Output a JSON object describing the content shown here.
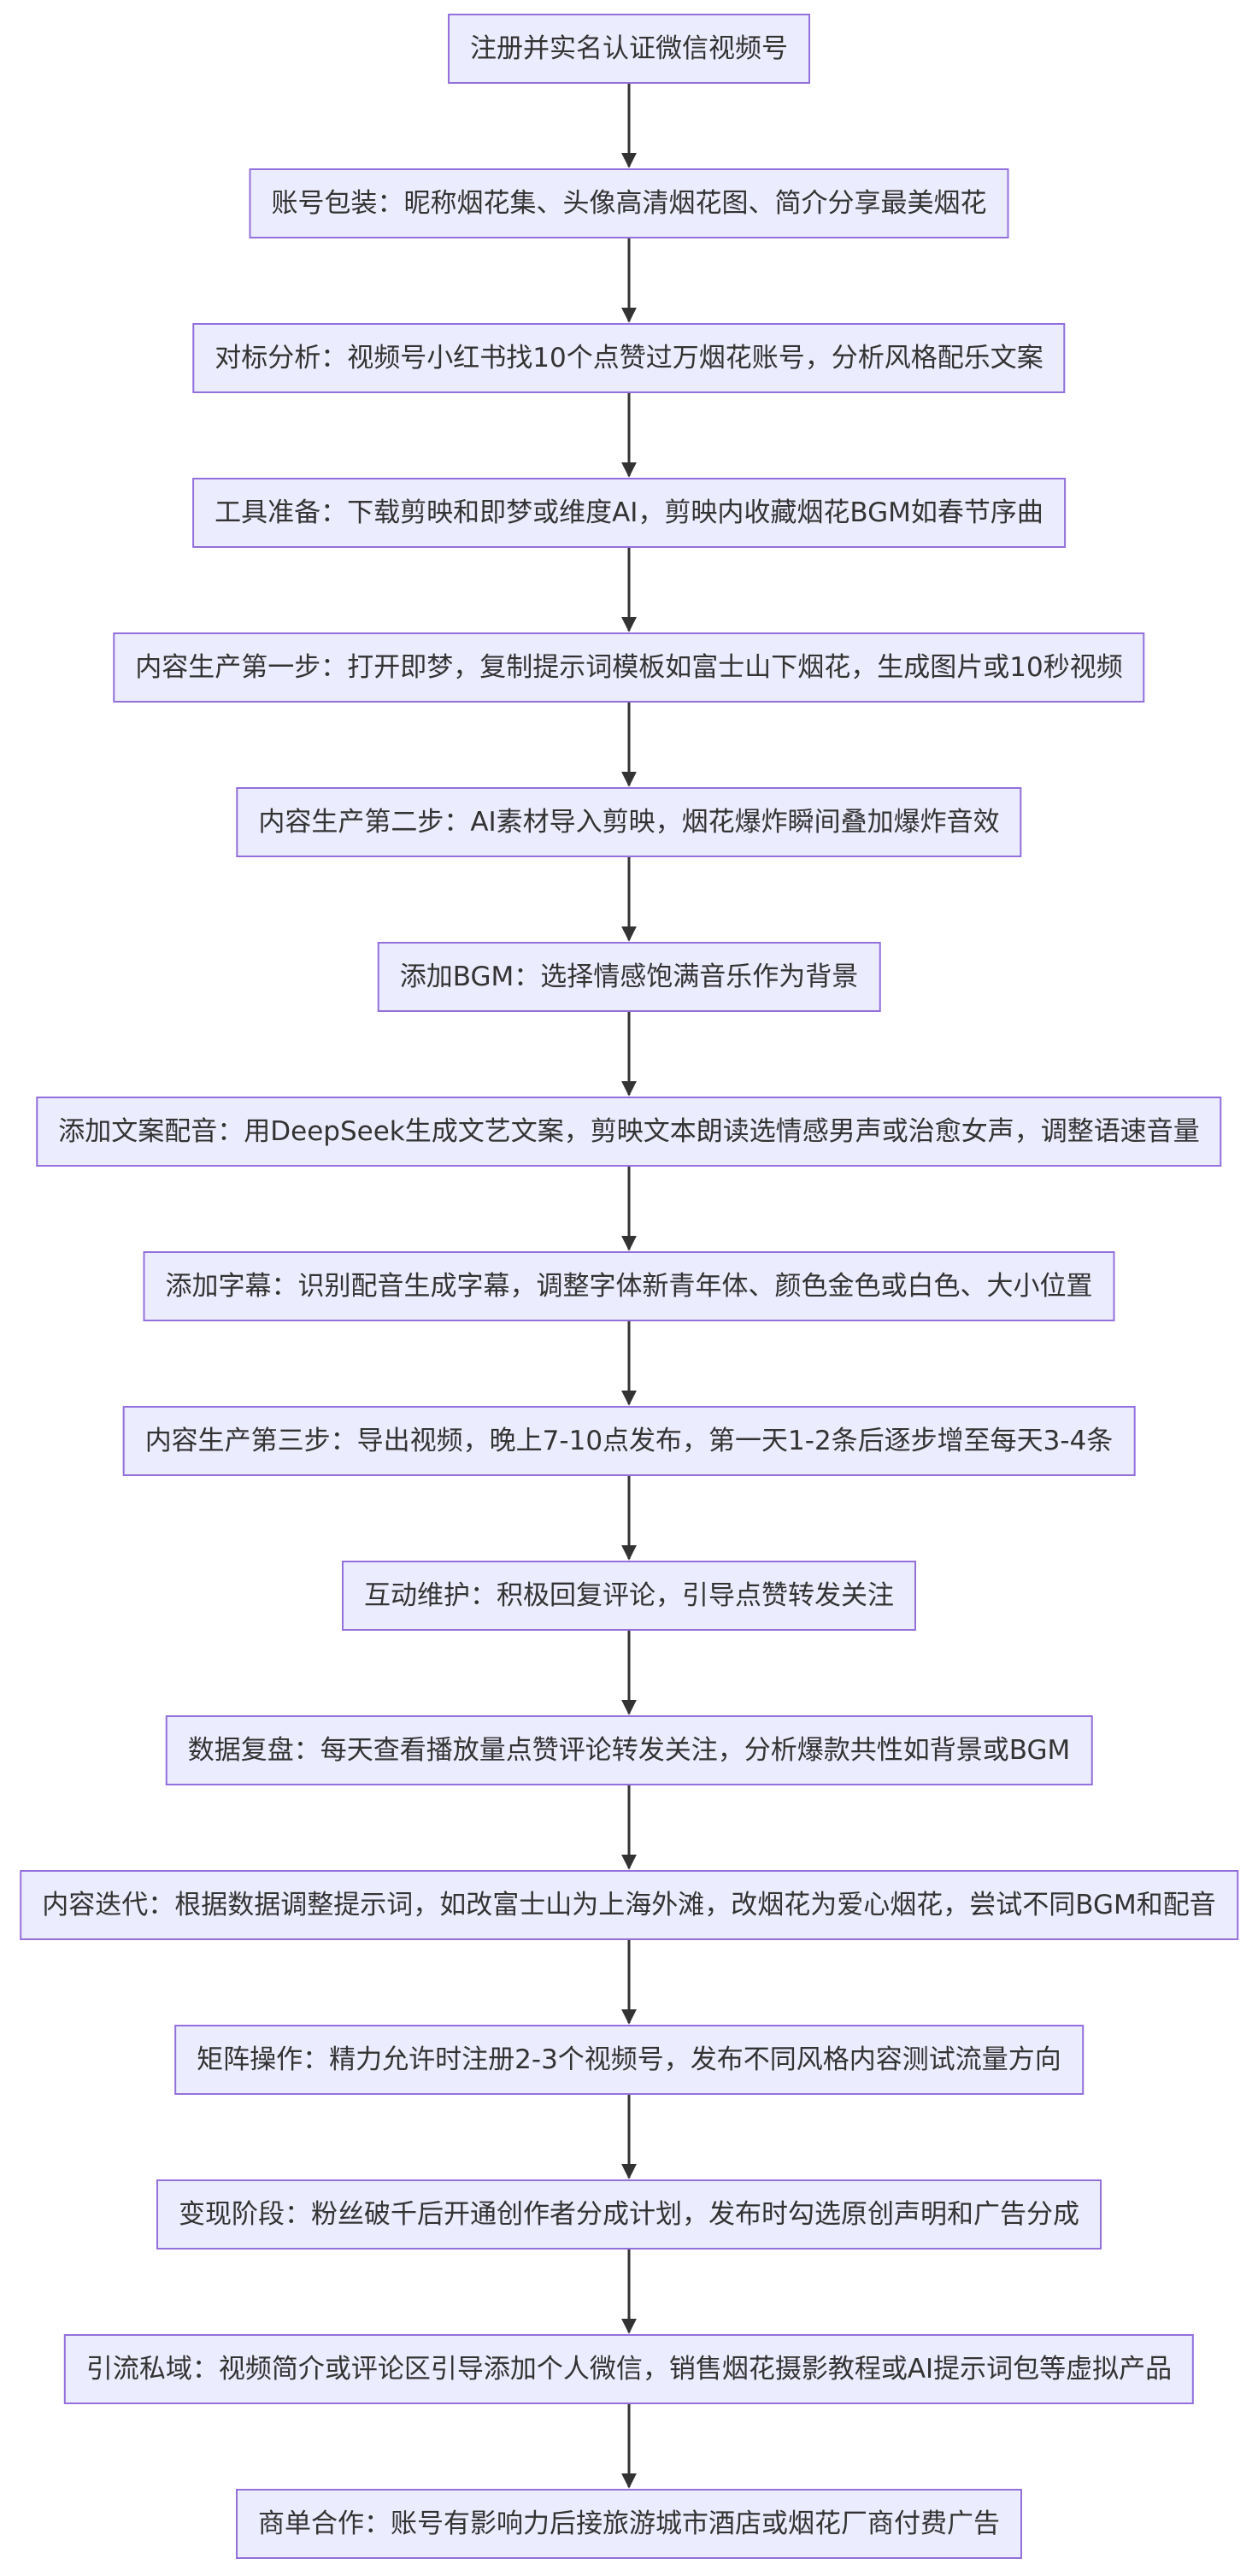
{
  "flowchart": {
    "direction": "top-down",
    "colors": {
      "node_fill": "#ececff",
      "node_border": "#9370db",
      "text": "#333333",
      "edge": "#333333"
    },
    "steps": [
      "注册并实名认证微信视频号",
      "账号包装：昵称烟花集、头像高清烟花图、简介分享最美烟花",
      "对标分析：视频号小红书找10个点赞过万烟花账号，分析风格配乐文案",
      "工具准备：下载剪映和即梦或维度AI，剪映内收藏烟花BGM如春节序曲",
      "内容生产第一步：打开即梦，复制提示词模板如富士山下烟花，生成图片或10秒视频",
      "内容生产第二步：AI素材导入剪映，烟花爆炸瞬间叠加爆炸音效",
      "添加BGM：选择情感饱满音乐作为背景",
      "添加文案配音：用DeepSeek生成文艺文案，剪映文本朗读选情感男声或治愈女声，调整语速音量",
      "添加字幕：识别配音生成字幕，调整字体新青年体、颜色金色或白色、大小位置",
      "内容生产第三步：导出视频，晚上7-10点发布，第一天1-2条后逐步增至每天3-4条",
      "互动维护：积极回复评论，引导点赞转发关注",
      "数据复盘：每天查看播放量点赞评论转发关注，分析爆款共性如背景或BGM",
      "内容迭代：根据数据调整提示词，如改富士山为上海外滩，改烟花为爱心烟花，尝试不同BGM和配音",
      "矩阵操作：精力允许时注册2-3个视频号，发布不同风格内容测试流量方向",
      "变现阶段：粉丝破千后开通创作者分成计划，发布时勾选原创声明和广告分成",
      "引流私域：视频简介或评论区引导添加个人微信，销售烟花摄影教程或AI提示词包等虚拟产品",
      "商单合作：账号有影响力后接旅游城市酒店或烟花厂商付费广告"
    ]
  }
}
